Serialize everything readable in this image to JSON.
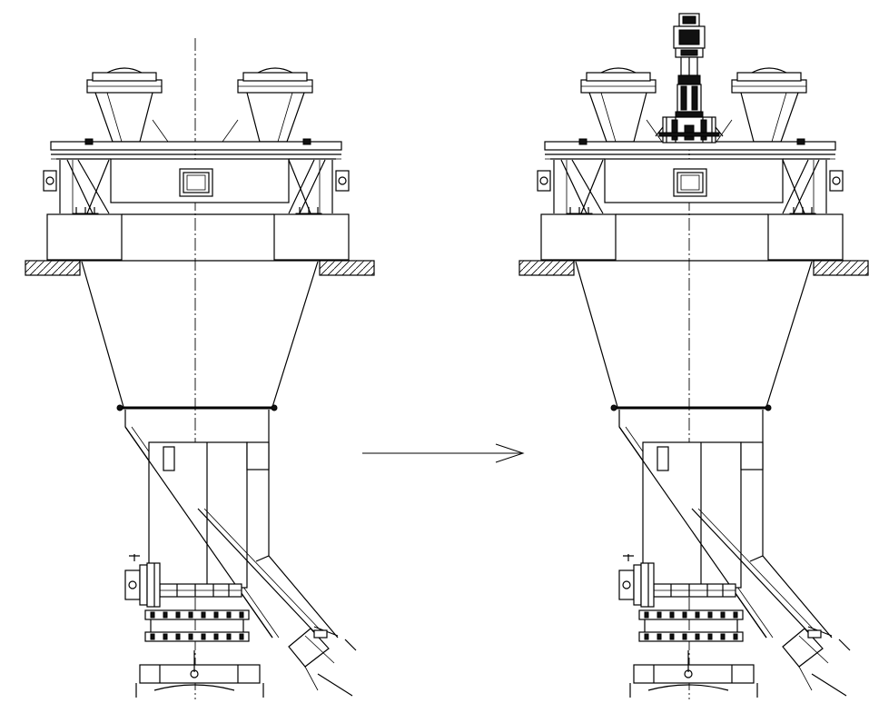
{
  "figure": {
    "panels": [
      {
        "id": "before",
        "has_drive_unit": false
      },
      {
        "id": "after",
        "has_drive_unit": true
      }
    ],
    "arrow": {
      "direction": "right"
    },
    "colors": {
      "line": "#000000",
      "background": "#ffffff"
    }
  }
}
